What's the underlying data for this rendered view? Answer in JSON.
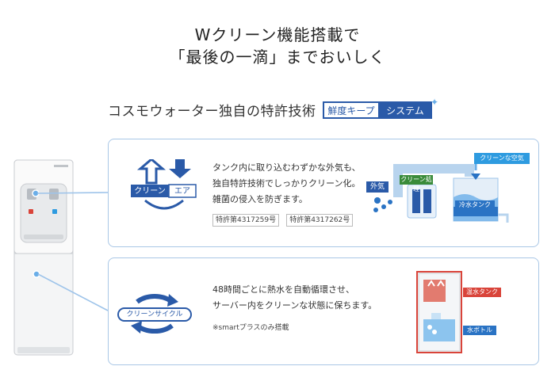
{
  "headline": {
    "line1": "Wクリーン機能搭載で",
    "line2": "「最後の一滴」までおいしく"
  },
  "section": {
    "title": "コスモウォーター独自の特許技術",
    "badge_left": "鮮度キープ",
    "badge_right": "システム"
  },
  "panel1": {
    "icon_label_left": "クリーン",
    "icon_label_right": "エア",
    "text": [
      "タンク内に取り込むわずかな外気も、",
      "独自特許技術でしっかりクリーン化。",
      "雑菌の侵入を防ぎます。"
    ],
    "patents": [
      "特許第4317259号",
      "特許第4317262号"
    ],
    "diagram": {
      "outside_air": "外気",
      "clean_process": "クリーン処理",
      "clean_air": "クリーンな空気",
      "cold_tank": "冷水タンク"
    }
  },
  "panel2": {
    "icon_label": "クリーンサイクル",
    "text": [
      "48時間ごとに熱水を自動循環させ、",
      "サーバー内をクリーンな状態に保ちます。"
    ],
    "note": "※smartプラスのみ搭載",
    "diagram": {
      "hot_tank": "温水タンク",
      "water_bottle": "水ボトル"
    }
  },
  "colors": {
    "accent_blue": "#2a5aa8",
    "light_blue": "#a9c7e6",
    "red": "#d9443a"
  }
}
